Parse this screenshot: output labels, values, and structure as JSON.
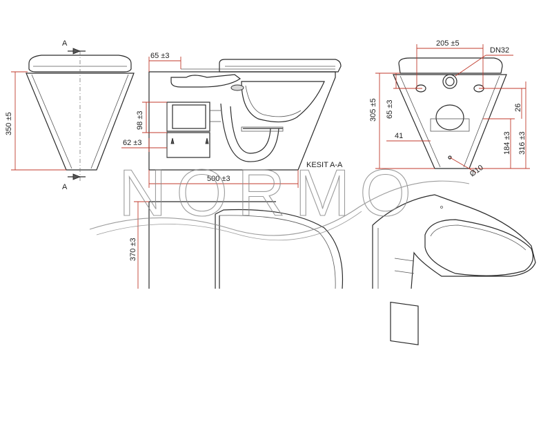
{
  "section_marks": [
    "A",
    "A"
  ],
  "section_title": "KESIT A-A",
  "watermark": "NORMO",
  "dimensions": {
    "front_height": "350 ±5",
    "seat_width_offset": "65 ±3",
    "pipe_height": "98 ±3",
    "pipe_offset": "62 ±3",
    "depth": "500 ±3",
    "rear_width": "205 ±5",
    "pipe_dn": "DN32",
    "rear_height": "305 ±5",
    "rear_offset": "65 ±3",
    "rear_small": "26",
    "rear_184": "184 ±3",
    "rear_316": "316 ±3",
    "rear_41": "41",
    "hole_dia": "Ø10",
    "bottom_height": "370 ±3"
  },
  "colors": {
    "dimension": "#c0392b",
    "line": "#2a2a2a",
    "watermark": "#8a8a8a"
  }
}
